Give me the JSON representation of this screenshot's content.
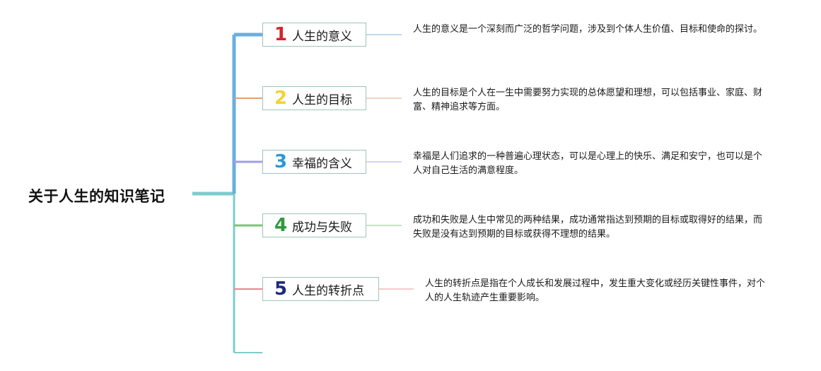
{
  "root": {
    "title": "关于人生的知识笔记"
  },
  "branches": [
    {
      "number": "1",
      "label": "人生的意义",
      "description": "人生的意义是一个深刻而广泛的哲学问题，涉及到个体人生价值、目标和使命的探讨。",
      "color": "#6aaee0",
      "number_color": "#d8232a"
    },
    {
      "number": "2",
      "label": "人生的目标",
      "description": "人生的目标是个人在一生中需要努力实现的总体愿望和理想，可以包括事业、家庭、财富、精神追求等方面。",
      "color": "#e0a078",
      "number_color": "#f2d23a"
    },
    {
      "number": "3",
      "label": "幸福的含义",
      "description": "幸福是人们追求的一种普遍心理状态，可以是心理上的快乐、满足和安宁，也可以是个人对自己生活的满意程度。",
      "color": "#a59ce8",
      "number_color": "#2a9ad8"
    },
    {
      "number": "4",
      "label": "成功与失败",
      "description": "成功和失败是人生中常见的两种结果，成功通常指达到预期的目标或取得好的结果，而失败是没有达到预期的目标或获得不理想的结果。",
      "color": "#7cc47a",
      "number_color": "#2e9a3c"
    },
    {
      "number": "5",
      "label": "人生的转折点",
      "description": "人生的转折点是指在个人成长和发展过程中，发生重大变化或经历关键性事件，对个人的人生轨迹产生重要影响。",
      "color": "#e88890",
      "number_color": "#1e2a7a"
    }
  ],
  "colors": {
    "trunk": "#7ccccc",
    "box_border": "#9ec6b6"
  }
}
